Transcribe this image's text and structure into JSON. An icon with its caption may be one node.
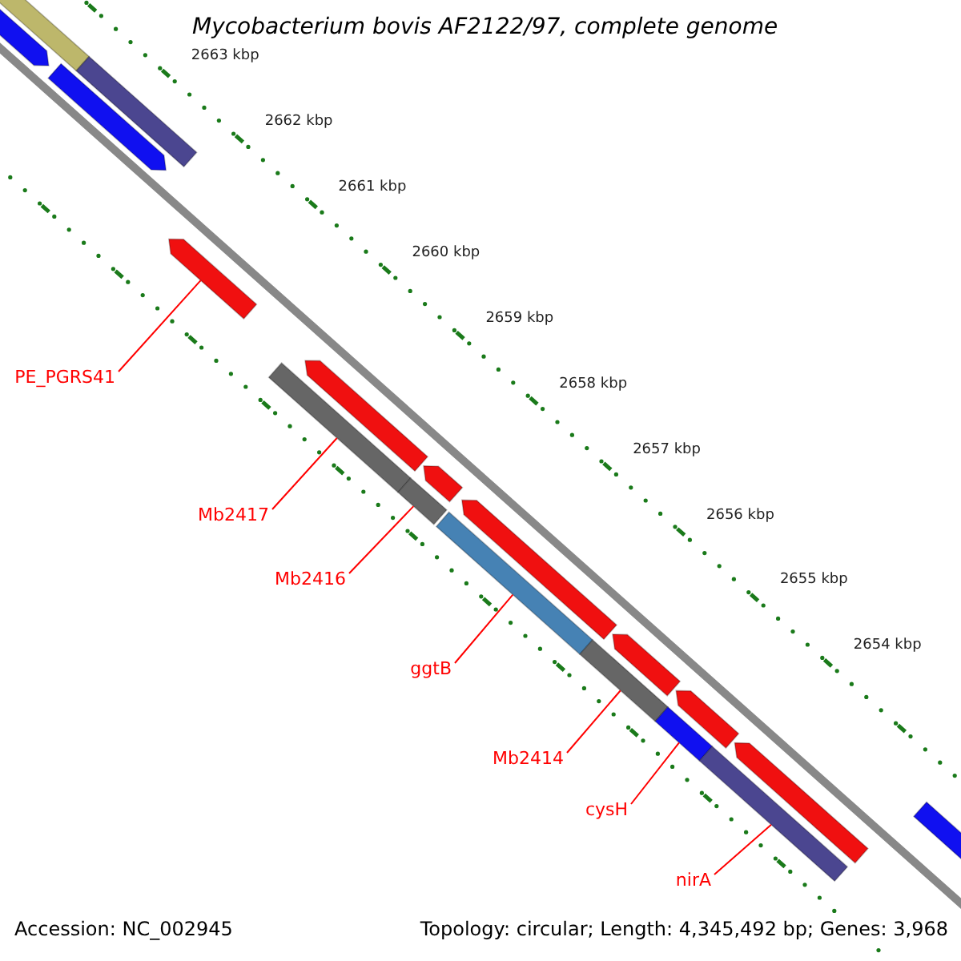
{
  "diagram": {
    "title": "Mycobacterium bovis AF2122/97, complete genome",
    "nodes": [
      {
        "text": [
          "PE_PGRS41"
        ]
      },
      {
        "text": [
          "Mb2417"
        ]
      },
      {
        "text": [
          "Mb2416"
        ]
      },
      {
        "text": [
          "ggtB"
        ]
      },
      {
        "text": [
          "Mb2414"
        ]
      },
      {
        "text": [
          "cysH"
        ]
      },
      {
        "text": [
          "nirA"
        ]
      },
      {
        "text": [],
        "shape": "bar"
      },
      {
        "text": [],
        "shape": "bar"
      },
      {
        "text": [],
        "shape": "bar"
      },
      {
        "text": [],
        "shape": "bar"
      },
      {
        "text": [],
        "shape": "bar"
      },
      {
        "text": [],
        "shape": "bar"
      },
      {
        "text": [],
        "shape": "bar"
      },
      {
        "text": [],
        "shape": "bar"
      },
      {
        "text": [],
        "shape": "bar"
      },
      {
        "text": [],
        "shape": "bar"
      },
      {
        "text": [],
        "shape": "bar"
      },
      {
        "text": [],
        "shape": "bar"
      },
      {
        "text": [],
        "shape": "bar"
      },
      {
        "text": [],
        "shape": "bar"
      },
      {
        "text": [],
        "shape": "bar"
      },
      {
        "text": [],
        "shape": "bar"
      },
      {
        "text": [],
        "shape": "bar"
      },
      {
        "text": [],
        "shape": "bar"
      }
    ],
    "edges": [
      {
        "from": 0,
        "to": 7,
        "arrow": "none"
      },
      {
        "from": 1,
        "to": 8,
        "arrow": "none"
      },
      {
        "from": 2,
        "to": 9,
        "arrow": "none"
      },
      {
        "from": 3,
        "to": 10,
        "arrow": "none"
      },
      {
        "from": 4,
        "to": 11,
        "arrow": "none"
      },
      {
        "from": 5,
        "to": 12,
        "arrow": "none"
      },
      {
        "from": 6,
        "to": 13,
        "arrow": "none"
      }
    ],
    "labels": [
      "2663 kbp",
      "2662 kbp",
      "2661 kbp",
      "2660 kbp",
      "2659 kbp",
      "2658 kbp",
      "2657 kbp",
      "2656 kbp",
      "2655 kbp",
      "2654 kbp",
      "Accession: NC_002945",
      "Topology: circular; Length: 4,345,492 bp; Genes: 3,968"
    ]
  }
}
